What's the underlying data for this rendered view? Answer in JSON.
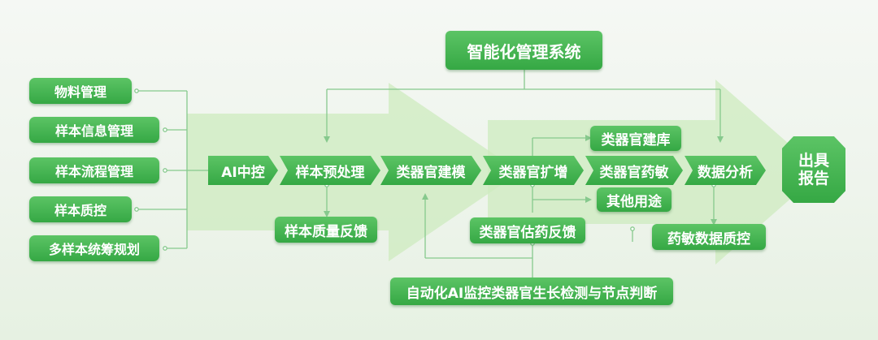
{
  "system": {
    "title": "智能化管理系统"
  },
  "inputs": [
    "物料管理",
    "样本信息管理",
    "样本流程管理",
    "样本质控",
    "多样本统筹规划"
  ],
  "pipeline": [
    "AI中控",
    "样本预处理",
    "类器官建模",
    "类器官扩增",
    "类器官药敏",
    "数据分析"
  ],
  "branches": {
    "sample_feedback": "样本质量反馈",
    "biobank": "类器官建库",
    "other_use": "其他用途",
    "drug_feedback": "类器官估药反馈",
    "data_qc": "药敏数据质控",
    "monitor": "自动化AI监控类器官生长检测与节点判断"
  },
  "report": {
    "line1": "出具",
    "line2": "报告"
  },
  "colors": {
    "box": "#3fb04c",
    "line": "#86c98d",
    "arrow": "#c6e8b8"
  }
}
